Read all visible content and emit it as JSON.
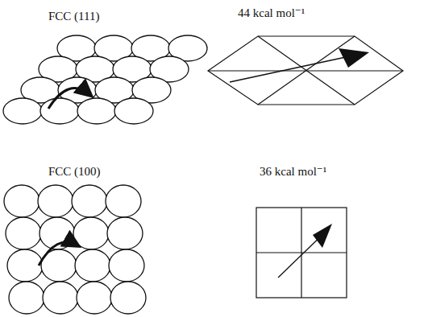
{
  "diagram": {
    "labels": [
      "FCC (111)",
      "44 kcal  mol⁻¹",
      "FCC (100)",
      "36 kcal  mol⁻¹"
    ]
  }
}
